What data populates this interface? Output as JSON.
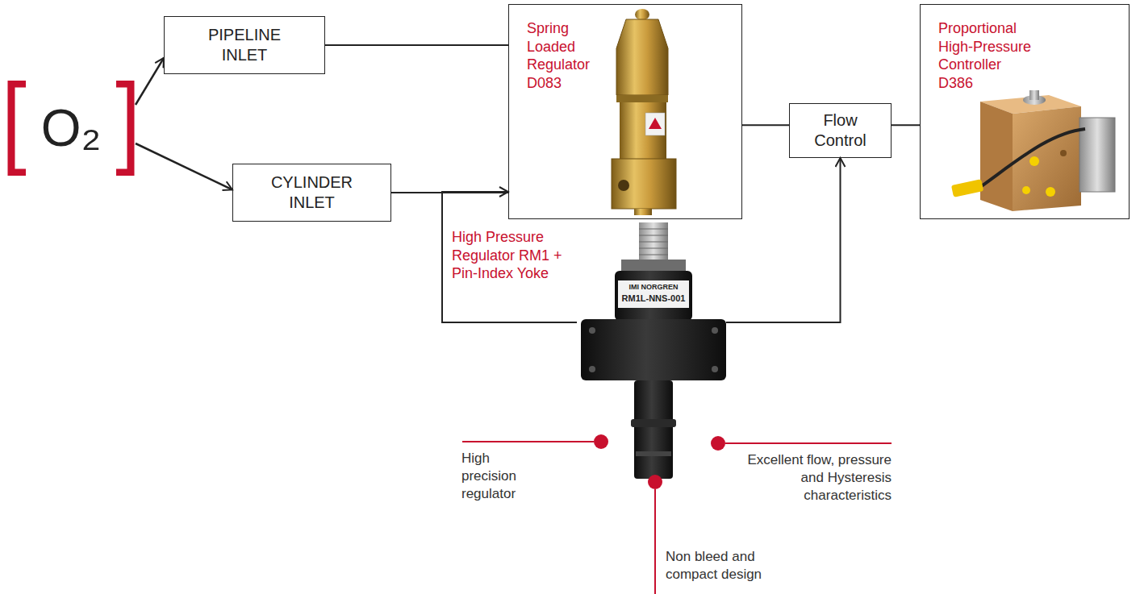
{
  "diagram": {
    "nodes": [
      {
        "text": [
          "O₂"
        ]
      },
      {
        "text": [
          "PIPELINE INLET"
        ]
      },
      {
        "text": [
          "CYLINDER INLET"
        ]
      },
      {
        "text": [
          "Spring Loaded Regulator D083"
        ]
      },
      {
        "text": [
          "Flow Control"
        ]
      },
      {
        "text": [
          "Proportional High-Pressure Controller D386"
        ]
      },
      {
        "text": [
          "High Pressure Regulator RM1 + Pin-Index Yoke"
        ]
      }
    ],
    "edges": [
      {
        "from": 0,
        "to": 1,
        "arrow": "to"
      },
      {
        "from": 0,
        "to": 2,
        "arrow": "to"
      },
      {
        "from": 1,
        "to": 3,
        "arrow": "none"
      },
      {
        "from": 2,
        "to": 3,
        "arrow": "none"
      },
      {
        "from": 3,
        "to": 4,
        "arrow": "none"
      },
      {
        "from": 4,
        "to": 5,
        "arrow": "none"
      },
      {
        "from": 6,
        "to": 3,
        "arrow": "to"
      },
      {
        "from": 6,
        "to": 4,
        "arrow": "to"
      }
    ],
    "labels": [
      "IMI NORGREN",
      "RM1L-NNS-001",
      "High precision regulator",
      "Excellent flow, pressure and Hysteresis characteristics",
      "Non bleed and compact design"
    ]
  }
}
